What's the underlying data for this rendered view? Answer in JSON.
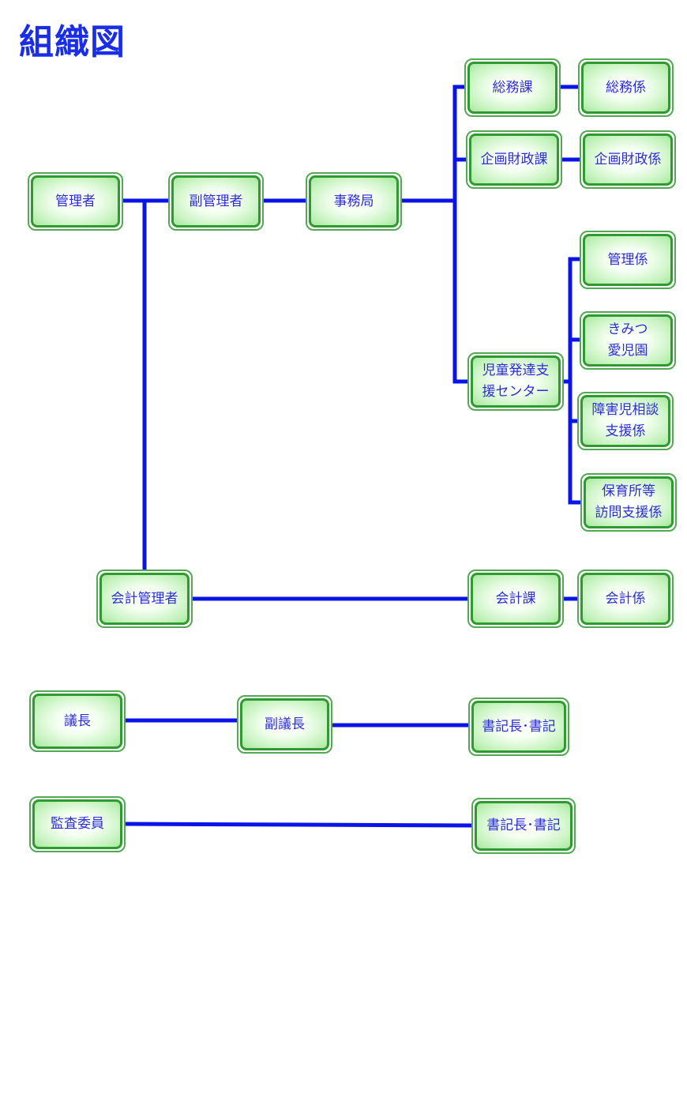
{
  "title": "組織図",
  "colors": {
    "title": "#1a2ee6",
    "connector": "#0a14e8",
    "node_border": "#2f9a2f",
    "node_fill": "#c8f3c1",
    "node_text": "#2d2dd6"
  },
  "nodes": {
    "kanrisha": "管理者",
    "fuku_kanrisha": "副管理者",
    "jimukyoku": "事務局",
    "somuka": "総務課",
    "somugakari": "総務係",
    "kikaku_zaiseika": "企画財政課",
    "kikaku_zaiseigakari": "企画財政係",
    "jido_center": "児童発達支\n援センター",
    "kanrigakari": "管理係",
    "kimitsu_aijien": "きみつ\n愛児園",
    "shogaiji_sodan": "障害児相談\n支援係",
    "hoikusho_homon": "保育所等\n訪問支援係",
    "kaikei_kanrisha": "会計管理者",
    "kaikeika": "会計課",
    "kaikeigakari": "会計係",
    "gicho": "議長",
    "fuku_gicho": "副議長",
    "shokicho_1": "書記長･書記",
    "kansa_iin": "監査委員",
    "shokicho_2": "書記長･書記"
  }
}
